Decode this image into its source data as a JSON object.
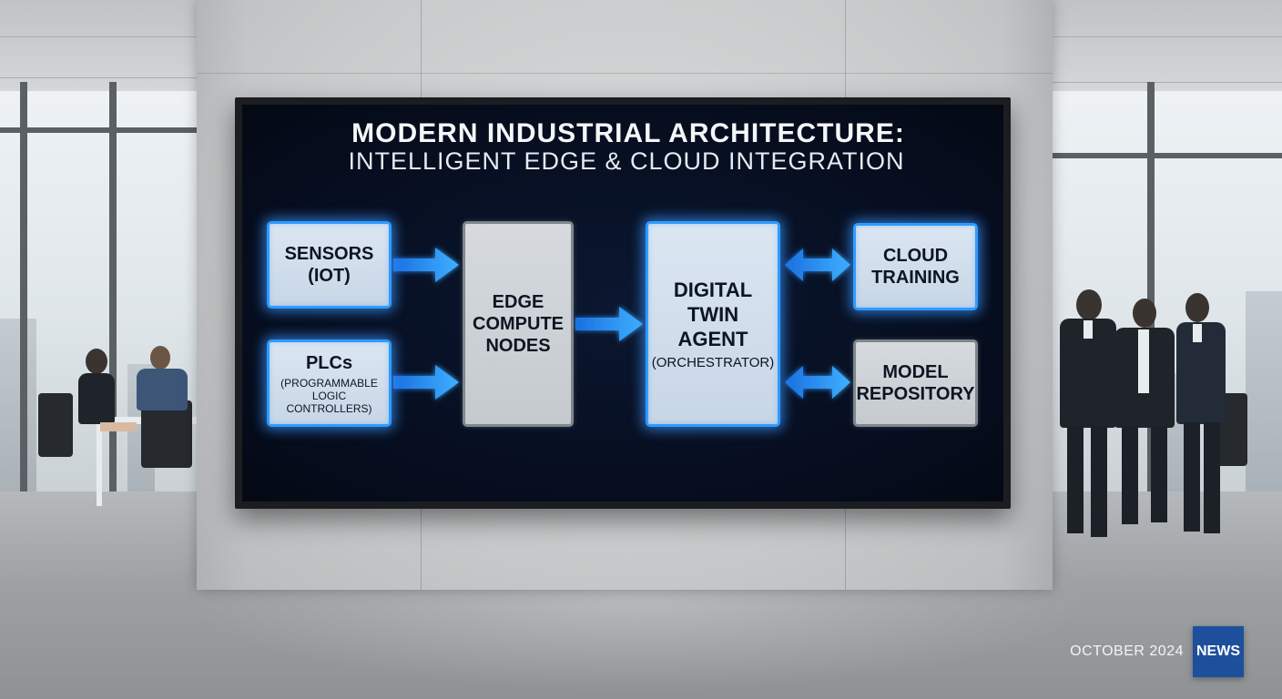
{
  "diagram": {
    "title_line1": "MODERN INDUSTRIAL ARCHITECTURE:",
    "title_line2": "INTELLIGENT EDGE & CLOUD INTEGRATION",
    "nodes": {
      "sensors": {
        "line1": "SENSORS",
        "line2": "(IOT)"
      },
      "plcs": {
        "line1": "PLCs",
        "sub1": "(PROGRAMMABLE",
        "sub2": "LOGIC CONTROLLERS)"
      },
      "edge": {
        "line1": "EDGE",
        "line2": "COMPUTE",
        "line3": "NODES"
      },
      "twin": {
        "line1": "DIGITAL",
        "line2": "TWIN",
        "line3": "AGENT",
        "sub": "(ORCHESTRATOR)"
      },
      "cloud": {
        "line1": "CLOUD",
        "line2": "TRAINING"
      },
      "model": {
        "line1": "MODEL",
        "line2": "REPOSITORY"
      }
    },
    "accent_color": "#2f9bff",
    "background_color": "#060d1e"
  },
  "caption": {
    "date": "OCTOBER 2024",
    "badge": "NEWS",
    "badge_color": "#1d4f9c"
  }
}
